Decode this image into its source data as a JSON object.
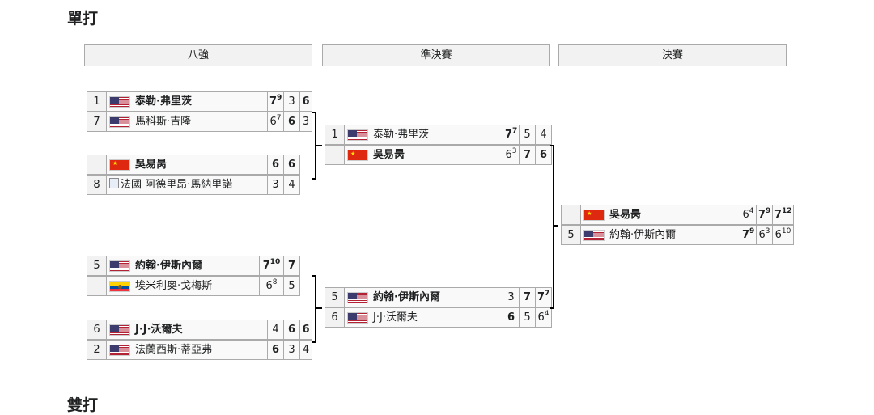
{
  "section_title": "單打",
  "next_section_title": "雙打",
  "rounds": [
    "八強",
    "準決賽",
    "決賽"
  ],
  "quarterfinals": [
    {
      "seed": "1",
      "flag": "flag-us",
      "name": "泰勒·弗里茨",
      "win": true,
      "scores": [
        {
          "v": "7",
          "s": "9",
          "w": true
        },
        {
          "v": "3",
          "s": "",
          "w": false
        },
        {
          "v": "6",
          "s": "",
          "w": true
        }
      ]
    },
    {
      "seed": "7",
      "flag": "flag-us",
      "name": "馬科斯·吉隆",
      "win": false,
      "scores": [
        {
          "v": "6",
          "s": "7",
          "w": false
        },
        {
          "v": "6",
          "s": "",
          "w": true
        },
        {
          "v": "3",
          "s": "",
          "w": false
        }
      ]
    },
    {
      "seed": "",
      "flag": "flag-cn",
      "name": "吳易昺",
      "win": true,
      "scores": [
        {
          "v": "6",
          "s": "",
          "w": true
        },
        {
          "v": "6",
          "s": "",
          "w": true
        }
      ]
    },
    {
      "seed": "8",
      "flag": "broken",
      "name": "法國 阿德里昂·馬納里諾",
      "win": false,
      "scores": [
        {
          "v": "3",
          "s": "",
          "w": false
        },
        {
          "v": "4",
          "s": "",
          "w": false
        }
      ]
    },
    {
      "seed": "5",
      "flag": "flag-us",
      "name": "約翰·伊斯內爾",
      "win": true,
      "scores": [
        {
          "v": "7",
          "s": "10",
          "w": true
        },
        {
          "v": "7",
          "s": "",
          "w": true
        }
      ]
    },
    {
      "seed": "",
      "flag": "flag-ec",
      "name": "埃米利奧·戈梅斯",
      "win": false,
      "scores": [
        {
          "v": "6",
          "s": "8",
          "w": false
        },
        {
          "v": "5",
          "s": "",
          "w": false
        }
      ]
    },
    {
      "seed": "6",
      "flag": "flag-us",
      "name": "J·J·沃爾夫",
      "win": true,
      "scores": [
        {
          "v": "4",
          "s": "",
          "w": false
        },
        {
          "v": "6",
          "s": "",
          "w": true
        },
        {
          "v": "6",
          "s": "",
          "w": true
        }
      ]
    },
    {
      "seed": "2",
      "flag": "flag-us",
      "name": "法蘭西斯·蒂亞弗",
      "win": false,
      "scores": [
        {
          "v": "6",
          "s": "",
          "w": true
        },
        {
          "v": "3",
          "s": "",
          "w": false
        },
        {
          "v": "4",
          "s": "",
          "w": false
        }
      ]
    }
  ],
  "semifinals": [
    {
      "seed": "1",
      "flag": "flag-us",
      "name": "泰勒·弗里茨",
      "win": false,
      "scores": [
        {
          "v": "7",
          "s": "7",
          "w": true
        },
        {
          "v": "5",
          "s": "",
          "w": false
        },
        {
          "v": "4",
          "s": "",
          "w": false
        }
      ]
    },
    {
      "seed": "",
      "flag": "flag-cn",
      "name": "吳易昺",
      "win": true,
      "scores": [
        {
          "v": "6",
          "s": "3",
          "w": false
        },
        {
          "v": "7",
          "s": "",
          "w": true
        },
        {
          "v": "6",
          "s": "",
          "w": true
        }
      ]
    },
    {
      "seed": "5",
      "flag": "flag-us",
      "name": "約翰·伊斯內爾",
      "win": true,
      "scores": [
        {
          "v": "3",
          "s": "",
          "w": false
        },
        {
          "v": "7",
          "s": "",
          "w": true
        },
        {
          "v": "7",
          "s": "7",
          "w": true
        }
      ]
    },
    {
      "seed": "6",
      "flag": "flag-us",
      "name": "J·J·沃爾夫",
      "win": false,
      "scores": [
        {
          "v": "6",
          "s": "",
          "w": true
        },
        {
          "v": "5",
          "s": "",
          "w": false
        },
        {
          "v": "6",
          "s": "4",
          "w": false
        }
      ]
    }
  ],
  "final": [
    {
      "seed": "",
      "flag": "flag-cn",
      "name": "吳易昺",
      "win": true,
      "scores": [
        {
          "v": "6",
          "s": "4",
          "w": false
        },
        {
          "v": "7",
          "s": "9",
          "w": true
        },
        {
          "v": "7",
          "s": "12",
          "w": true
        }
      ]
    },
    {
      "seed": "5",
      "flag": "flag-us",
      "name": "約翰·伊斯內爾",
      "win": false,
      "scores": [
        {
          "v": "7",
          "s": "9",
          "w": true
        },
        {
          "v": "6",
          "s": "3",
          "w": false
        },
        {
          "v": "6",
          "s": "10",
          "w": false
        }
      ]
    }
  ]
}
